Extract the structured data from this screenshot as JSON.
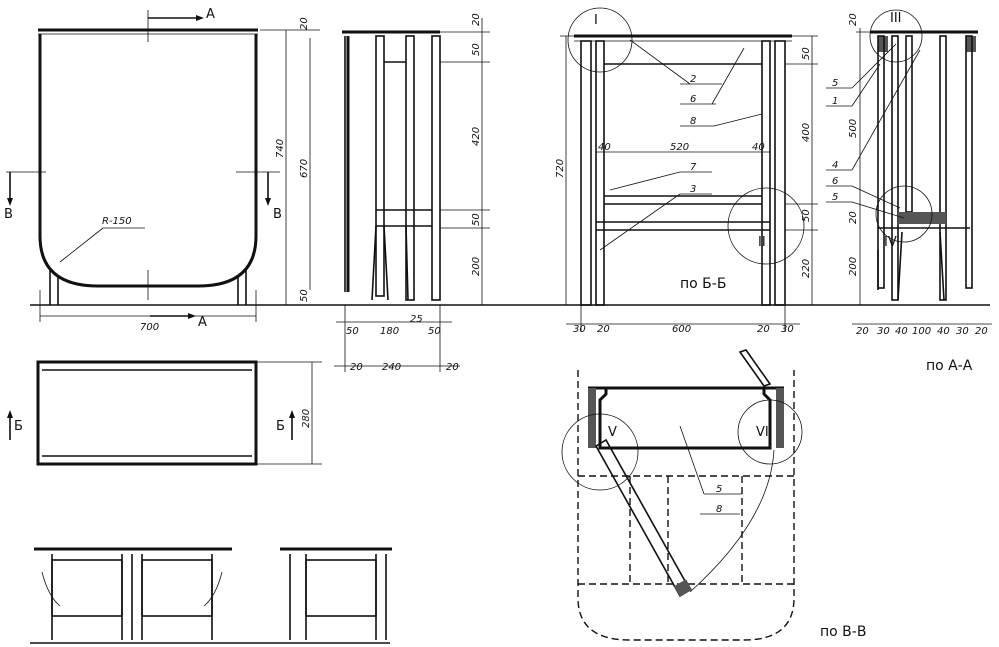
{
  "views": {
    "front_dims": {
      "width": "700",
      "radius": "R-150",
      "height_total": "740",
      "height_670": "670",
      "offset_50": "50",
      "top_20": "20"
    },
    "front_section_marks": {
      "a_top": "A",
      "a_bottom": "A",
      "b_left": "B",
      "b_right": "B"
    },
    "side_dims": {
      "d50_top": "50",
      "d420": "420",
      "d50_mid": "50",
      "d200": "200",
      "d50_left": "50",
      "d180": "180",
      "d25": "25",
      "d50_right": "50",
      "d20_left": "20",
      "d240": "240",
      "d20_right": "20",
      "top_20": "20"
    },
    "plan_dims": {
      "depth": "280",
      "mark_left": "Б",
      "mark_right": "Б"
    },
    "section_bb": {
      "caption": "по Б-Б",
      "dims_bottom": [
        "30",
        "20",
        "600",
        "20",
        "30"
      ],
      "dims_mid": [
        "40",
        "520",
        "40"
      ],
      "dims_right": [
        "50",
        "400",
        "50",
        "220"
      ],
      "height": "720",
      "callouts": [
        "2",
        "6",
        "8",
        "7",
        "3"
      ],
      "nodes": [
        "I",
        "II"
      ]
    },
    "section_aa": {
      "caption": "по А-А",
      "dims_bottom": [
        "20",
        "30",
        "40",
        "100",
        "40",
        "30",
        "20"
      ],
      "dims_left": [
        "20",
        "20",
        "200"
      ],
      "dims_right": [
        "500"
      ],
      "callouts": [
        "5",
        "1",
        "4",
        "6",
        "5"
      ],
      "nodes": [
        "III",
        "IV"
      ]
    },
    "section_vv": {
      "caption": "по В-В",
      "callouts": [
        "5",
        "8"
      ],
      "nodes": [
        "V",
        "VI"
      ]
    }
  }
}
